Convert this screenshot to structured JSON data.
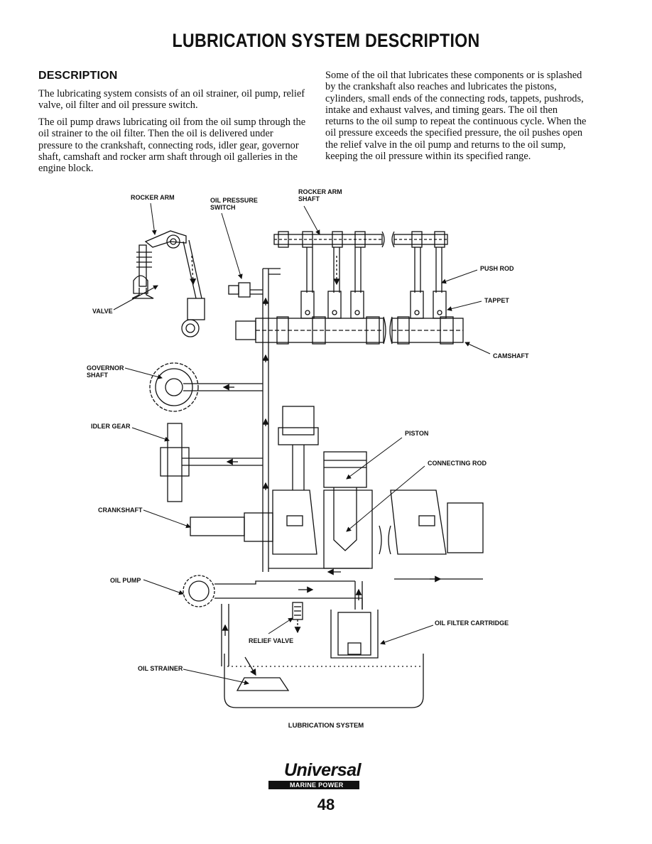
{
  "page": {
    "title": "LUBRICATION SYSTEM DESCRIPTION",
    "section_heading": "DESCRIPTION",
    "paragraphs": [
      "The lubricating system consists of an oil strainer, oil pump, relief valve, oil filter and oil pressure switch.",
      "The oil pump draws lubricating oil from the oil sump through the oil strainer to the oil filter. Then the oil is delivered under pressure to the crankshaft, connecting rods, idler gear, governor shaft, camshaft and rocker arm shaft through oil galleries in the engine block.",
      "Some of the oil that lubricates these components or is splashed by the crankshaft also reaches and lubricates the pistons, cylinders, small ends of the connecting rods, tappets, pushrods, intake and exhaust valves, and timing gears. The oil then returns to the oil sump to repeat the continuous cycle. When the oil pressure exceeds the specified pressure, the oil pushes open the relief valve in the oil pump and returns to the oil sump, keeping the oil pressure within its specified range."
    ],
    "figure_caption": "LUBRICATION SYSTEM",
    "page_number": "48"
  },
  "diagram": {
    "labels": {
      "rocker_arm": "ROCKER ARM",
      "oil_pressure_switch_1": "OIL PRESSURE",
      "oil_pressure_switch_2": "SWITCH",
      "rocker_arm_shaft_1": "ROCKER ARM",
      "rocker_arm_shaft_2": "SHAFT",
      "push_rod": "PUSH ROD",
      "tappet": "TAPPET",
      "valve": "VALVE",
      "camshaft": "CAMSHAFT",
      "governor_shaft_1": "GOVERNOR",
      "governor_shaft_2": "SHAFT",
      "idler_gear": "IDLER GEAR",
      "piston": "PISTON",
      "connecting_rod": "CONNECTING ROD",
      "crankshaft": "CRANKSHAFT",
      "oil_pump": "OIL PUMP",
      "relief_valve": "RELIEF VALVE",
      "oil_filter_cartridge": "OIL FILTER CARTRIDGE",
      "oil_strainer": "OIL STRAINER"
    }
  },
  "logo": {
    "brand": "Universal",
    "tagline": "MARINE POWER"
  }
}
